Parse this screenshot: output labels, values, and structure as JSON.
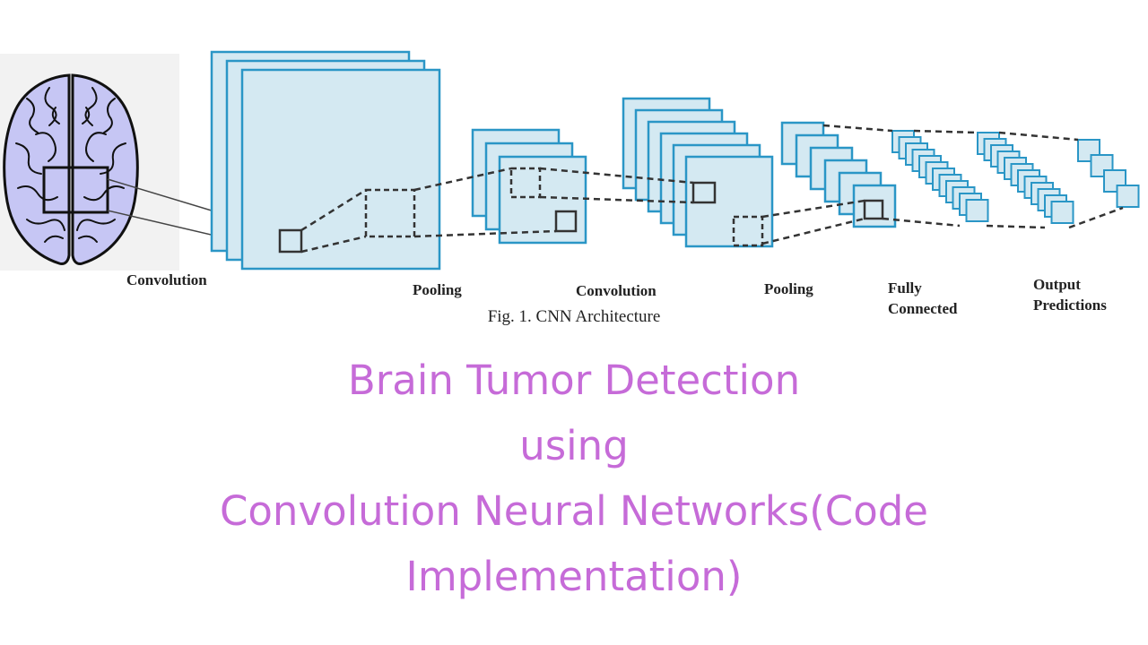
{
  "figure": {
    "caption": "Fig. 1. CNN Architecture",
    "stages": [
      {
        "label_lines": [
          "Convolution"
        ]
      },
      {
        "label_lines": [
          "Pooling"
        ]
      },
      {
        "label_lines": [
          "Convolution"
        ]
      },
      {
        "label_lines": [
          "Pooling"
        ]
      },
      {
        "label_lines": [
          "Fully",
          "Connected"
        ]
      },
      {
        "label_lines": [
          "Output",
          "Predictions"
        ]
      }
    ],
    "colors": {
      "feature_map_fill": "#d4e9f2",
      "feature_map_stroke": "#2a96c6",
      "brain_fill": "#c6c6f4",
      "brain_stroke": "#111111",
      "dashed_line": "#333333"
    },
    "input_image": "brain-mri-illustration"
  },
  "title": {
    "line1": "Brain Tumor Detection",
    "line2": "using",
    "line3": "Convolution Neural Networks(Code",
    "line4": "Implementation)",
    "color": "#c66bd8"
  }
}
